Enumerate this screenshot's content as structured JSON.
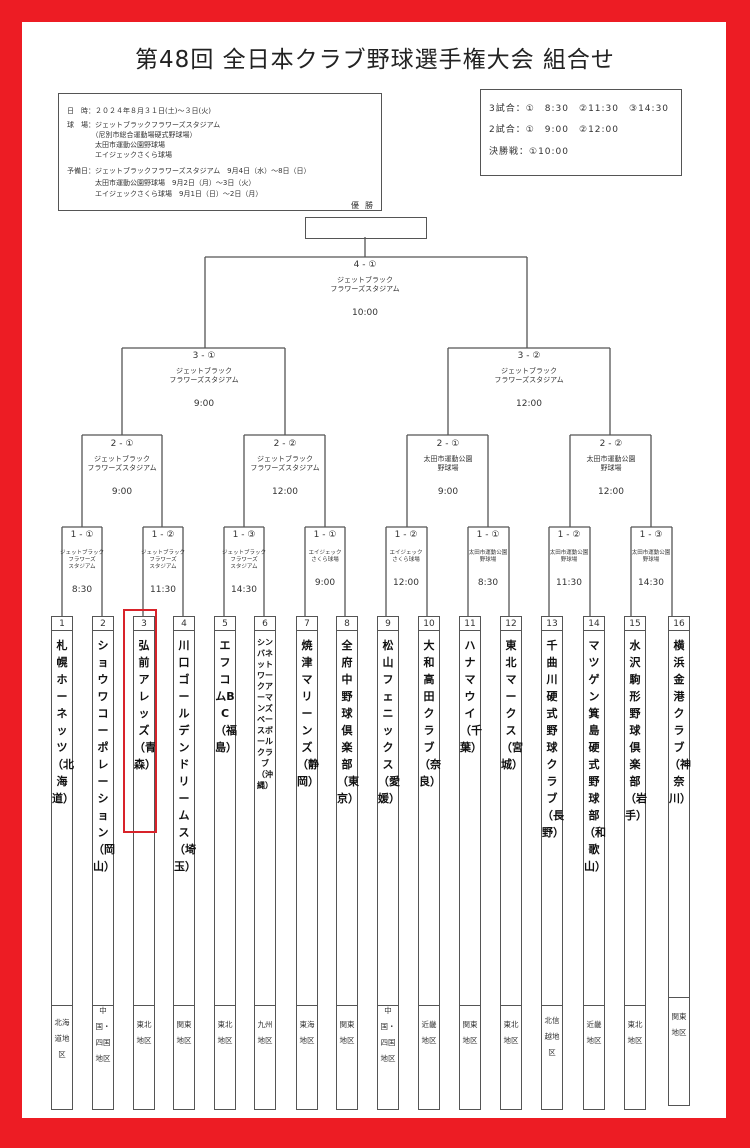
{
  "title": "第48回 全日本クラブ野球選手権大会 組合せ",
  "info": {
    "lines": [
      "日　時：２０２４年８月３１日(土)～３日(火)",
      "球　場：ジェットブラックフラワーズスタジアム",
      "　　　　（尼別市総合運動場硬式野球場）",
      "　　　　太田市運動公園野球場",
      "　　　　エイジェックさくら球場",
      "予備日：ジェットブラックフラワーズスタジアム　9月4日（水）～8日（日）",
      "　　　　太田市運動公園野球場　9月2日（月）～3日（火）",
      "　　　　エイジェックさくら球場　9月1日（日）～2日（月）"
    ]
  },
  "times": {
    "lines": [
      "3試合：①　8:30　②11:30　③14:30",
      "2試合：①　9:00　②12:00",
      "決勝戦：①10:00"
    ]
  },
  "champion_label": "優勝",
  "matches": {
    "final": {
      "code": "4 - ①",
      "venue": "ジェットブラック\nフラワーズスタジアム",
      "time": "10:00"
    },
    "semi1": {
      "code": "3 - ①",
      "venue": "ジェットブラック\nフラワーズスタジアム",
      "time": "9:00"
    },
    "semi2": {
      "code": "3 - ②",
      "venue": "ジェットブラック\nフラワーズスタジアム",
      "time": "12:00"
    },
    "qf1": {
      "code": "2 - ①",
      "venue": "ジェットブラック\nフラワーズスタジアム",
      "time": "9:00"
    },
    "qf2": {
      "code": "2 - ②",
      "venue": "ジェットブラック\nフラワーズスタジアム",
      "time": "12:00"
    },
    "qf3": {
      "code": "2 - ①",
      "venue": "太田市運動公園\n野球場",
      "time": "9:00"
    },
    "qf4": {
      "code": "2 - ②",
      "venue": "太田市運動公園\n野球場",
      "time": "12:00"
    },
    "r1_1": {
      "code": "1 - ①",
      "venue": "ジェットブラック\nフラワーズ\nスタジアム",
      "time": "8:30"
    },
    "r1_2": {
      "code": "1 - ②",
      "venue": "ジェットブラック\nフラワーズ\nスタジアム",
      "time": "11:30"
    },
    "r1_3": {
      "code": "1 - ③",
      "venue": "ジェットブラック\nフラワーズ\nスタジアム",
      "time": "14:30"
    },
    "r1_4": {
      "code": "1 - ①",
      "venue": "エイジェック\nさくら球場",
      "time": "9:00"
    },
    "r1_5": {
      "code": "1 - ②",
      "venue": "エイジェック\nさくら球場",
      "time": "12:00"
    },
    "r1_6": {
      "code": "1 - ①",
      "venue": "太田市運動公園\n野球場",
      "time": "8:30"
    },
    "r1_7": {
      "code": "1 - ②",
      "venue": "太田市運動公園\n野球場",
      "time": "11:30"
    },
    "r1_8": {
      "code": "1 - ③",
      "venue": "太田市運動公園\n野球場",
      "time": "14:30"
    }
  },
  "teams": [
    {
      "num": "1",
      "name": "札幌ホーネッツ（北海道）",
      "region": "北海道地区"
    },
    {
      "num": "2",
      "name": "ショウワコーポレーション（岡山）",
      "region": "中国・四国地区"
    },
    {
      "num": "3",
      "name": "弘前アレッズ（青森）",
      "region": "東北地区"
    },
    {
      "num": "4",
      "name": "川口ゴールデンドリームス（埼玉）",
      "region": "関東地区"
    },
    {
      "num": "5",
      "name": "エフコムBC（福島）",
      "region": "東北地区"
    },
    {
      "num": "6",
      "name": "シンバネットワークアーマンズベースボールクラブ（沖縄）",
      "region": "九州地区"
    },
    {
      "num": "7",
      "name": "焼津マリーンズ（静岡）",
      "region": "東海地区"
    },
    {
      "num": "8",
      "name": "全府中野球倶楽部（東京）",
      "region": "関東地区"
    },
    {
      "num": "9",
      "name": "松山フェニックス（愛媛）",
      "region": "中国・四国地区"
    },
    {
      "num": "10",
      "name": "大和高田クラブ（奈良）",
      "region": "近畿地区"
    },
    {
      "num": "11",
      "name": "ハナマウイ（千葉）",
      "region": "関東地区"
    },
    {
      "num": "12",
      "name": "東北マークス（宮城）",
      "region": "東北地区"
    },
    {
      "num": "13",
      "name": "千曲川硬式野球クラブ（長野）",
      "region": "北信越地区"
    },
    {
      "num": "14",
      "name": "マツゲン箕島硬式野球部（和歌山）",
      "region": "近畿地区"
    },
    {
      "num": "15",
      "name": "水沢駒形野球倶楽部（岩手）",
      "region": "東北地区"
    },
    {
      "num": "16",
      "name": "横浜金港クラブ（神奈川）",
      "region": "関東地区"
    }
  ],
  "highlight_team": "3",
  "colors": {
    "frame": "#ed1c24",
    "highlight": "#d8232a",
    "line": "#555555"
  }
}
